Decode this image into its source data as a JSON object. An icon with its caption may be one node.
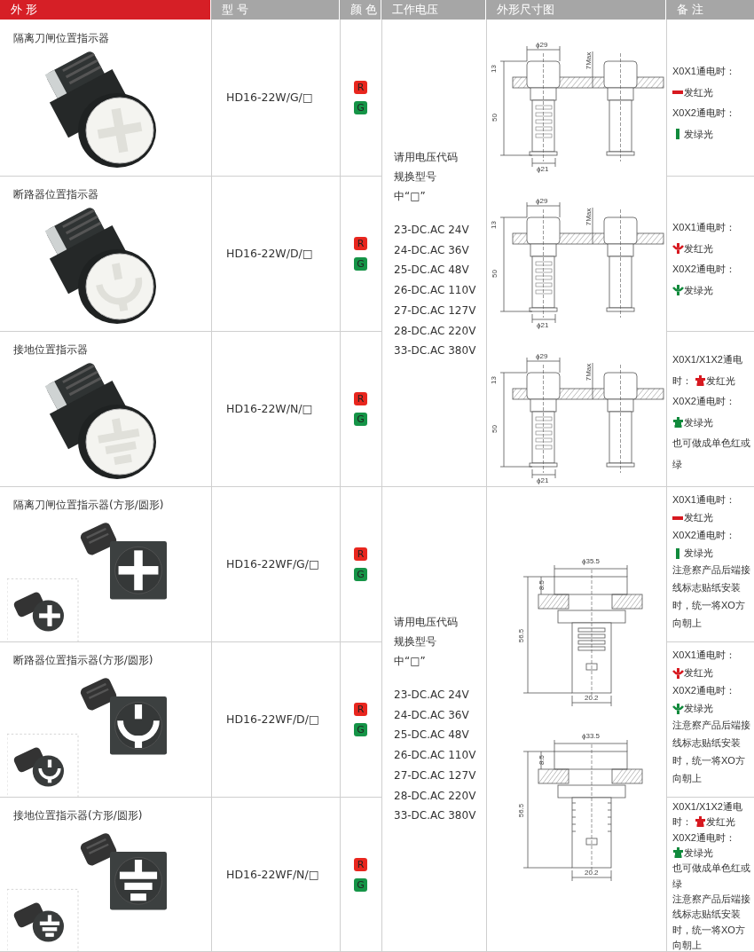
{
  "diagram": {
    "labels": [
      "外 形",
      "型 号",
      "颜 色",
      "工作电压",
      "外形尺寸图",
      "备 注",
      "隔离刀闸位置指示器",
      "HD16-22W/G/□",
      "R",
      "G",
      "请用电压代码规换型号中“□”",
      "23-DC.AC  24V",
      "24-DC.AC  36V",
      "25-DC.AC  48V",
      "26-DC.AC  110V",
      "27-DC.AC  127V",
      "28-DC.AC  220V",
      "33-DC.AC  380V",
      "ϕ29",
      "13",
      "7Max",
      "50",
      "ϕ21",
      "X0X1通电时：",
      "发红光",
      "X0X2通电时：",
      "发绿光",
      "断路器位置指示器",
      "HD16-22W/D/□",
      "R",
      "G",
      "ϕ29",
      "13",
      "7Max",
      "50",
      "ϕ21",
      "X0X1通电时：",
      "发红光",
      "X0X2通电时：",
      "发绿光",
      "接地位置指示器",
      "HD16-22W/N/□",
      "R",
      "G",
      "ϕ29",
      "13",
      "7Max",
      "50",
      "ϕ21",
      "X0X1/X1X2通电时：",
      "发红光",
      "X0X2通电时：",
      "发绿光",
      "也可做成单色红或绿",
      "隔离刀闸位置指示器(方形/圆形)",
      "HD16-22WF/G/□",
      "R",
      "G",
      "请用电压代码规换型号中“□”",
      "23-DC.AC  24V",
      "24-DC.AC  36V",
      "25-DC.AC  48V",
      "26-DC.AC  110V",
      "27-DC.AC  127V",
      "28-DC.AC  220V",
      "33-DC.AC  380V",
      "ϕ35.5",
      "8.5",
      "56.5",
      "20.2",
      "ϕ33.5",
      "8.5",
      "56.5",
      "20.2",
      "X0X1通电时：",
      "发红光",
      "X0X2通电时：",
      "发绿光",
      "注意察产品后端接线标志贴纸安装时，统一将XO方向朝上",
      "断路器位置指示器(方形/圆形)",
      "HD16-22WF/D/□",
      "R",
      "G",
      "X0X1通电时：",
      "发红光",
      "X0X2通电时：",
      "发绿光",
      "注意察产品后端接线标志贴纸安装时，统一将XO方向朝上",
      "接地位置指示器(方形/圆形)",
      "HD16-22WF/N/□",
      "R",
      "G",
      "X0X1/X1X2通电时：",
      "发红光",
      "X0X2通电时：",
      "发绿光",
      "也可做成单色红或绿",
      "注意察产品后端接线标志贴纸安装时，统一将XO方向朝上"
    ]
  }
}
